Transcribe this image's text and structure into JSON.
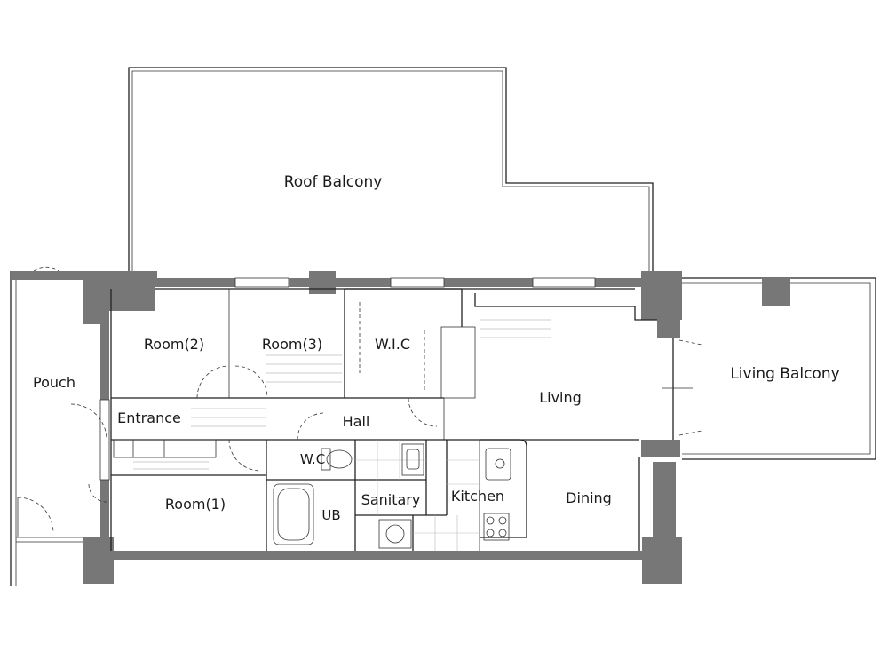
{
  "rooms": {
    "roof_balcony": "Roof Balcony",
    "room2": "Room(2)",
    "room3": "Room(3)",
    "wic": "W.I.C",
    "living": "Living",
    "living_balcony": "Living Balcony",
    "pouch": "Pouch",
    "entrance": "Entrance",
    "hall": "Hall",
    "wc": "W.C",
    "room1": "Room(1)",
    "ub": "UB",
    "sanitary": "Sanitary",
    "kitchen": "Kitchen",
    "dining": "Dining"
  }
}
